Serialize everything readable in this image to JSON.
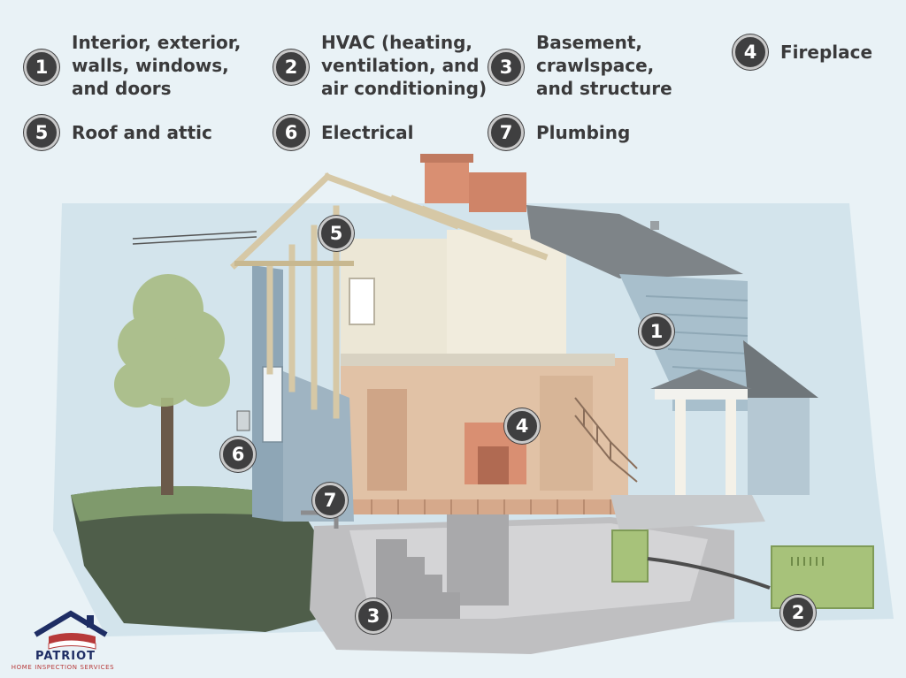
{
  "legend": [
    {
      "number": "1",
      "label": "Interior, exterior,\nwalls, windows,\nand doors"
    },
    {
      "number": "2",
      "label": "HVAC (heating,\nventilation, and\nair conditioning)"
    },
    {
      "number": "3",
      "label": "Basement,\ncrawlspace,\nand structure"
    },
    {
      "number": "4",
      "label": "Fireplace"
    },
    {
      "number": "5",
      "label": "Roof and attic"
    },
    {
      "number": "6",
      "label": "Electrical"
    },
    {
      "number": "7",
      "label": "Plumbing"
    }
  ],
  "markers": {
    "roof": "5",
    "exterior": "1",
    "fireplace": "4",
    "electrical": "6",
    "plumbing": "7",
    "basement": "3",
    "hvac": "2"
  },
  "logo": {
    "name": "PATRIOT",
    "subtitle": "HOME INSPECTION SERVICES"
  },
  "colors": {
    "badge": "#3f3f40",
    "badge_ring": "#c9c9c9",
    "text": "#3a3a3b",
    "background": "#e7f1f5",
    "wood_frame": "#d6c8a6",
    "interior_wall": "#e1c2a6",
    "siding_blue": "#a8bfcc",
    "roof_gray": "#7e8488",
    "hvac_green": "#a7c27a",
    "foundation": "#bfbfc1",
    "tree_green": "#a8bb83",
    "brick": "#d98f72"
  }
}
